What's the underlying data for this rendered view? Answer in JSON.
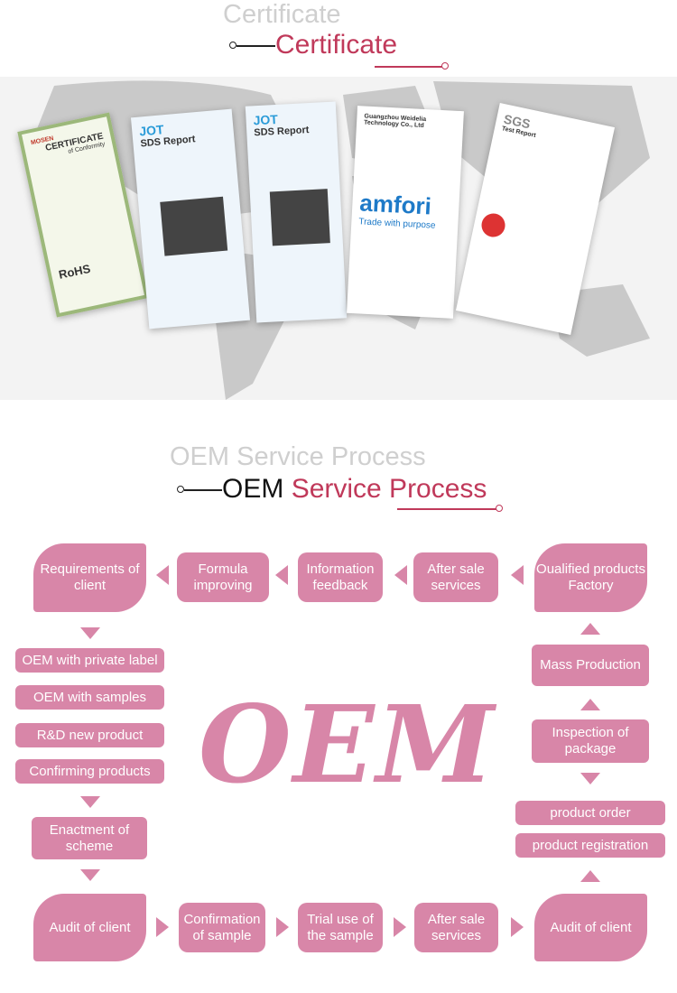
{
  "certificate": {
    "ghost_title": "Certificate",
    "title": "Certificate",
    "documents": [
      {
        "heading": "CERTIFICATE",
        "sub": "of Conformity",
        "brand": "MOSEN",
        "mark": "RoHS"
      },
      {
        "heading": "SDS Report",
        "brand": "JOT"
      },
      {
        "heading": "SDS Report",
        "brand": "JOT"
      },
      {
        "heading": "Guangzhou Weidelia Technology Co., Ltd",
        "brand": "amfori",
        "tagline": "Trade with purpose"
      },
      {
        "heading": "Test Report",
        "brand": "SGS"
      }
    ]
  },
  "oem": {
    "ghost_title": "OEM Service Process",
    "title_black": "OEM",
    "title_red": "Service Process",
    "watermark": "OEM"
  },
  "flow": {
    "top_row": [
      "Requirements of client",
      "Formula improving",
      "Information feedback",
      "After sale services",
      "Oualified products Factory"
    ],
    "left_pills": [
      "OEM with private label",
      "OEM with samples",
      "R&D new product",
      "Confirming products"
    ],
    "enactment": "Enactment of scheme",
    "bottom_row": [
      "Audit of client",
      "Confirmation of sample",
      "Trial use of the sample",
      "After sale services",
      "Audit of client"
    ],
    "right_col": [
      "Mass Production",
      "Inspection of package"
    ],
    "right_pills": [
      "product order",
      "product registration"
    ]
  },
  "colors": {
    "accent": "#c0395a",
    "box": "#d886a8"
  }
}
